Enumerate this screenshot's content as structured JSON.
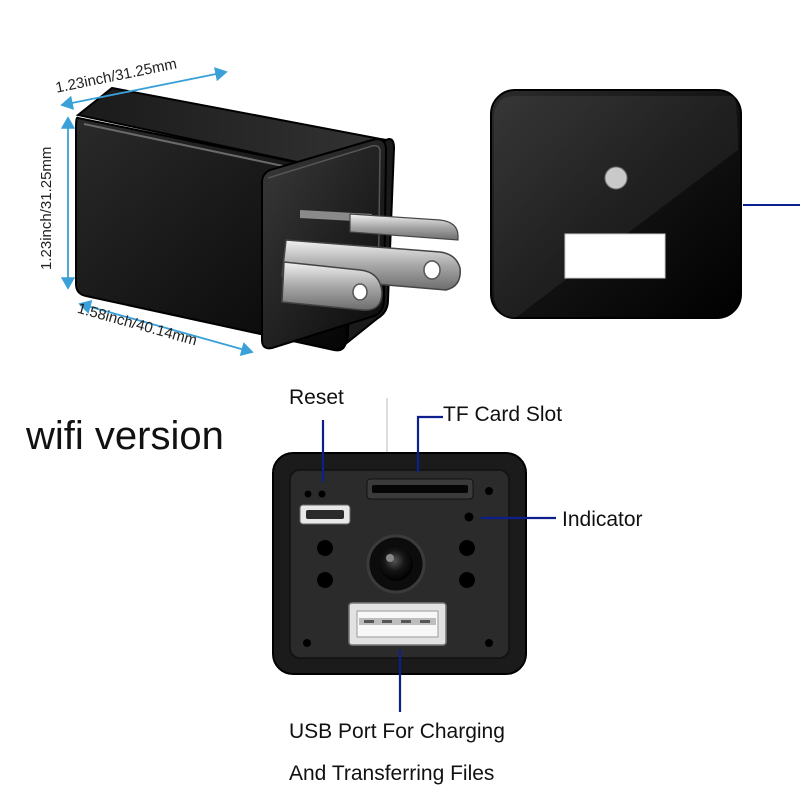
{
  "dimensions": {
    "width_label": "1.23inch/31.25mm",
    "height_label": "1.23inch/31.25mm",
    "length_label": "1.58inch/40.14mm"
  },
  "version_label": "wifi version",
  "callouts": {
    "reset": "Reset",
    "tf_card_slot": "TF Card Slot",
    "indicator": "Indicator",
    "usb_line1": "USB Port For Charging",
    "usb_line2": "And Transferring Files"
  },
  "colors": {
    "callout_line": "#0d1f8c",
    "dimension_arrow": "#3aa0d8",
    "device_body": "#111111"
  }
}
